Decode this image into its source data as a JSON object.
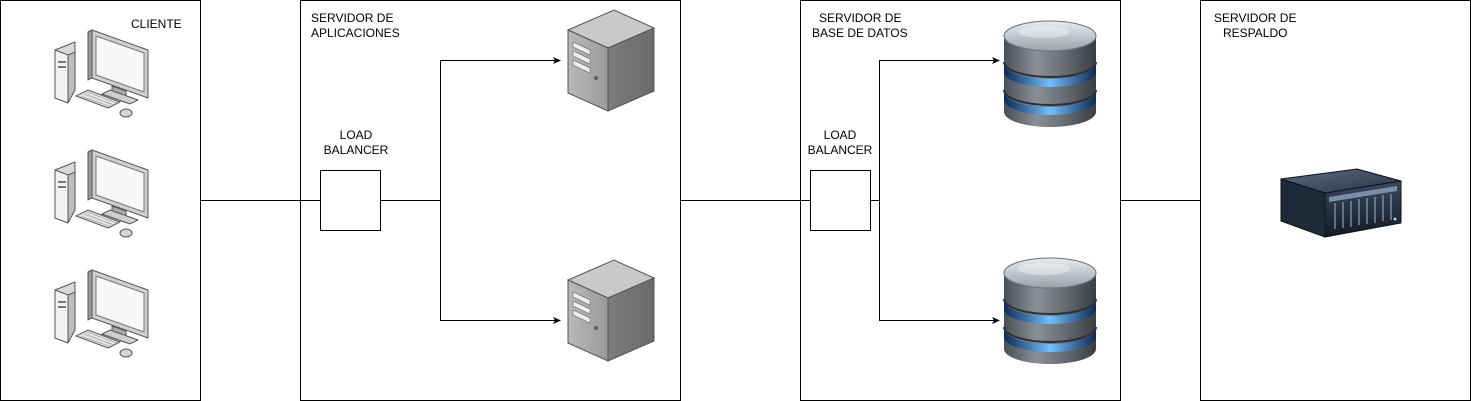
{
  "panels": {
    "client": {
      "label": "CLIENTE"
    },
    "app_server": {
      "label_line1": "SERVIDOR DE",
      "label_line2": "APLICACIONES"
    },
    "db_server": {
      "label_line1": "SERVIDOR DE",
      "label_line2": "BASE DE DATOS"
    },
    "backup_server": {
      "label_line1": "SERVIDOR DE",
      "label_line2": "RESPALDO"
    }
  },
  "load_balancers": [
    {
      "line1": "LOAD",
      "line2": "BALANCER"
    },
    {
      "line1": "LOAD",
      "line2": "BALANCER"
    }
  ],
  "icons": {
    "workstation": "desktop-computer-icon",
    "server": "tower-server-icon",
    "database": "database-cylinder-icon",
    "backup": "rack-server-icon"
  },
  "colors": {
    "border": "#000000",
    "server_gray": "#8c8c8c",
    "db_glow": "#4fa3ff",
    "rack_dark": "#1b2533"
  }
}
